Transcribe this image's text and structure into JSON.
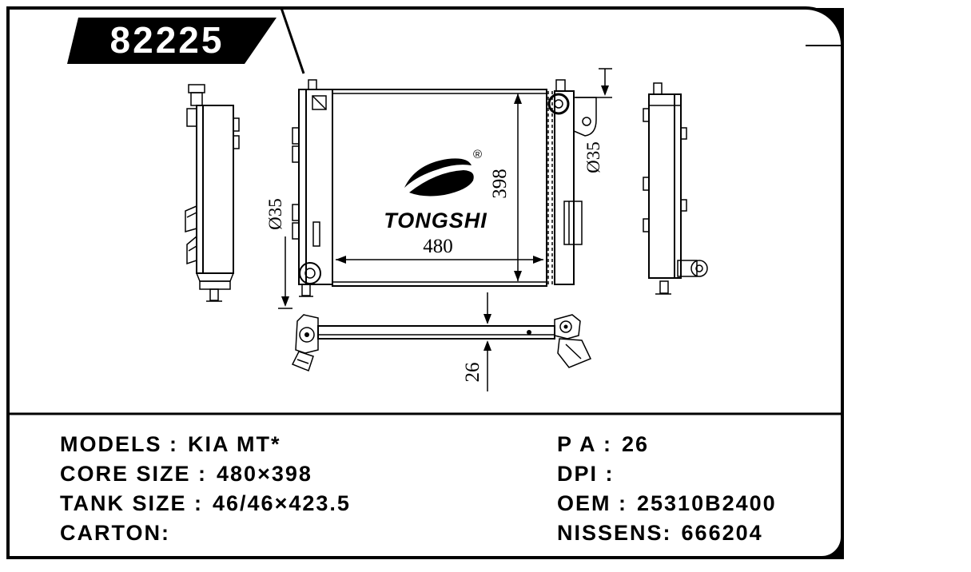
{
  "part_number": "82225",
  "logo": {
    "text": "TONGSHI",
    "reg": "®"
  },
  "dimensions": {
    "core_width": "480",
    "core_height": "398",
    "inlet_diameter": "Ø35",
    "outlet_diameter": "Ø35",
    "thickness": "26"
  },
  "specs": {
    "left": [
      {
        "label": "MODELS :",
        "value": "KIA MT*"
      },
      {
        "label": "CORE SIZE :",
        "value": "480×398"
      },
      {
        "label": "TANK SIZE :",
        "value": "46/46×423.5"
      },
      {
        "label": "CARTON:",
        "value": ""
      }
    ],
    "right": [
      {
        "label": "P A :",
        "value": "26"
      },
      {
        "label": "DPI :",
        "value": ""
      },
      {
        "label": "OEM :",
        "value": "25310B2400"
      },
      {
        "label": "NISSENS:",
        "value": "666204"
      }
    ]
  }
}
